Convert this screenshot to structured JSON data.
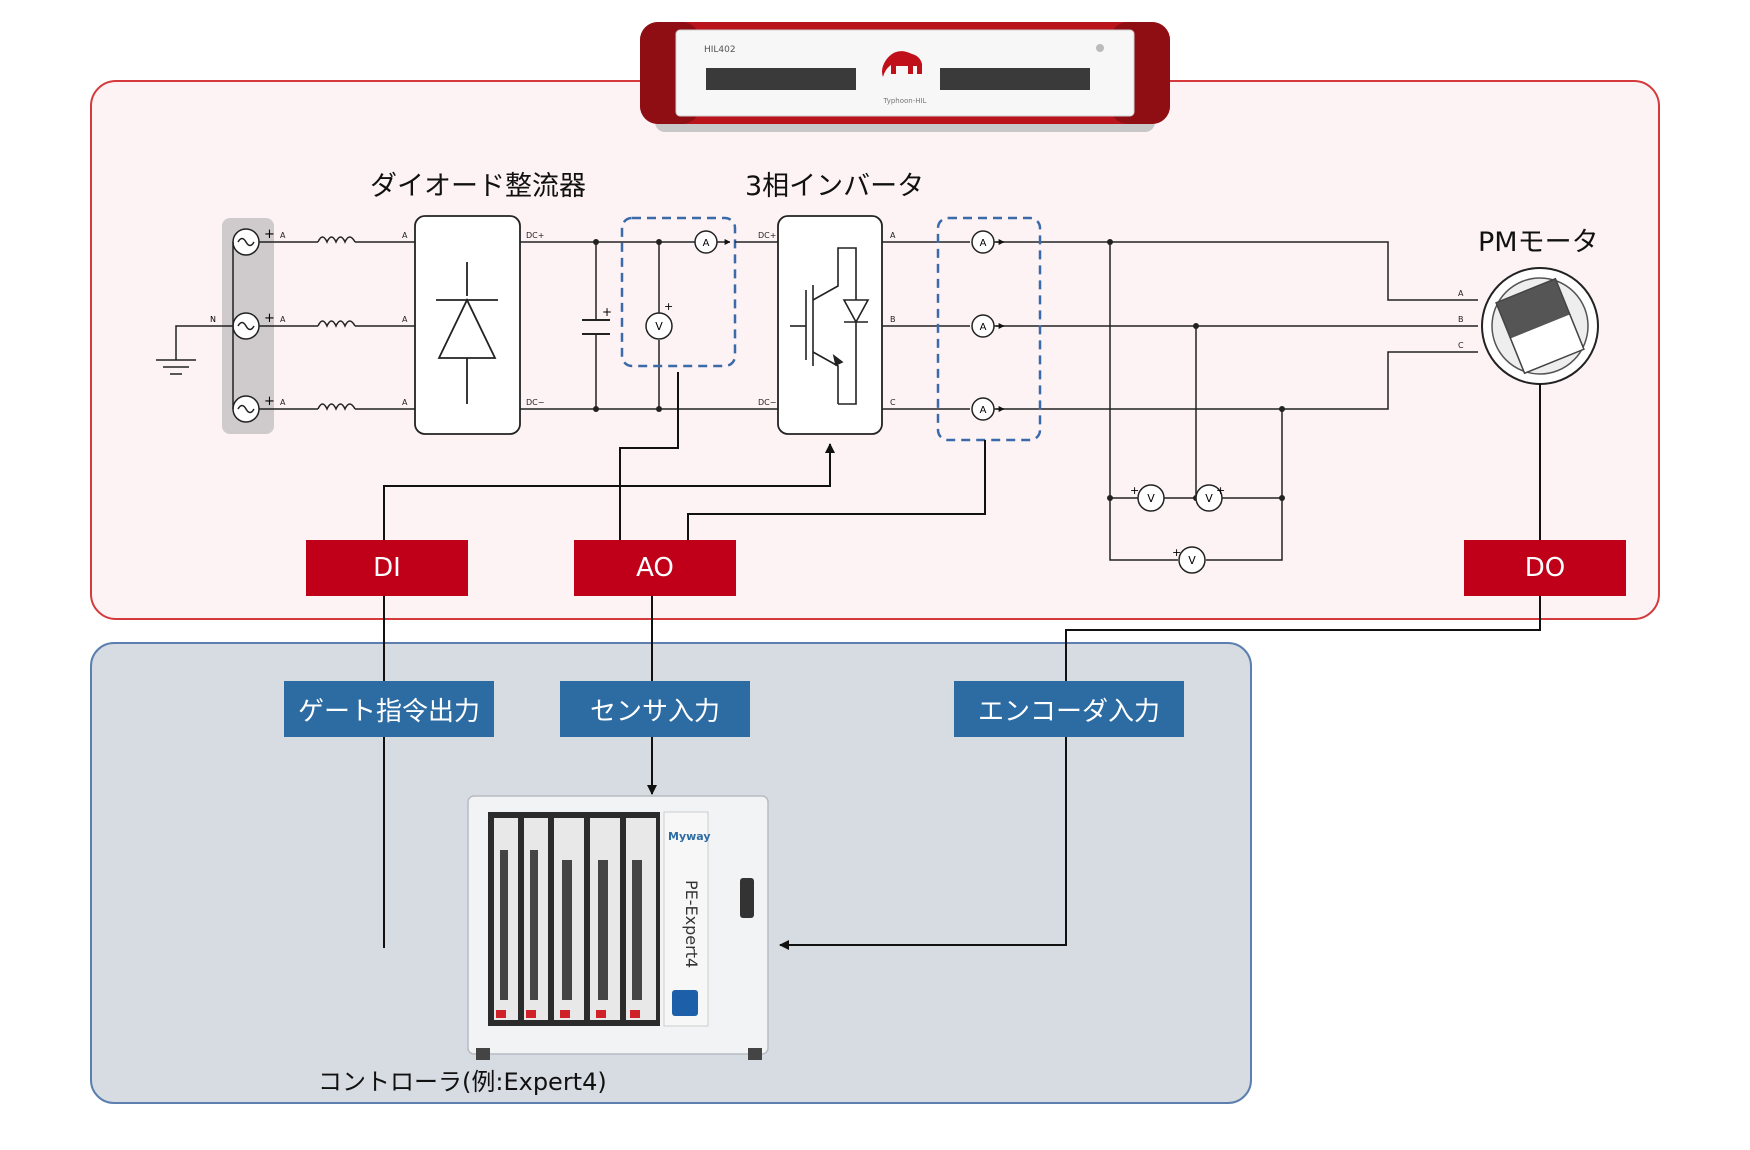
{
  "device": {
    "model": "HIL402",
    "brand": "Typhoon-HIL"
  },
  "titles": {
    "rectifier": "ダイオード整流器",
    "inverter": "3相インバータ",
    "motor": "PMモータ"
  },
  "io_labels": {
    "di": "DI",
    "ao": "AO",
    "do": "DO"
  },
  "signal_labels": {
    "gate": "ゲート指令出力",
    "sensor": "センサ入力",
    "encoder": "エンコーダ入力"
  },
  "controller": {
    "caption": "コントローラ(例:Expert4)",
    "brand": "Myway",
    "product": "PE-Expert4"
  },
  "terminals": {
    "a": "A",
    "b": "B",
    "c": "C",
    "n": "N",
    "dc_plus": "DC+",
    "dc_minus": "DC−",
    "plus": "+",
    "ammeter": "A",
    "voltmeter": "V"
  },
  "colors": {
    "hil_border": "#d4393b",
    "hil_fill": "#fdf3f5",
    "ctrl_border": "#5b7fae",
    "ctrl_fill": "#d7dce2",
    "io_red": "#c00018",
    "signal_blue": "#2d6ca3",
    "sensor_box": "#3b6aa8"
  }
}
